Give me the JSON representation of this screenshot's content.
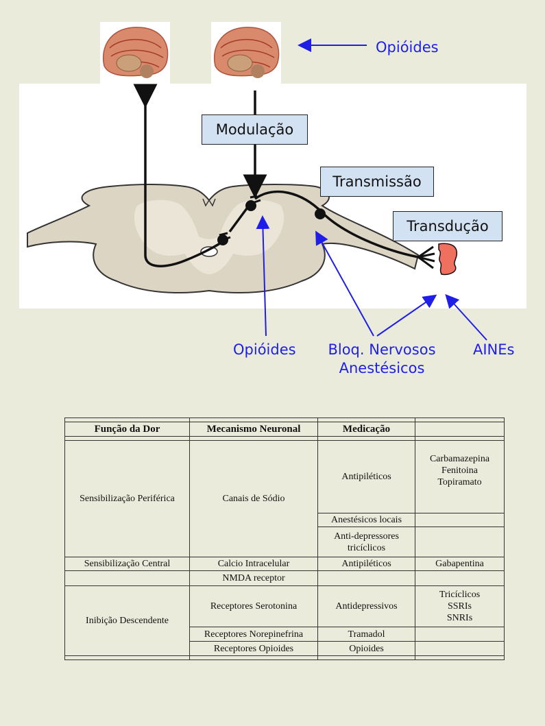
{
  "diagram": {
    "boxes": {
      "modulacao": "Modulação",
      "transmissao": "Transmissão",
      "transducao": "Transdução"
    },
    "drugs": {
      "opioides_top": "Opióides",
      "opioides_bottom": "Opióides",
      "bloq_line1": "Bloq. Nervosos",
      "bloq_line2": "Anestésicos",
      "aines": "AINEs"
    }
  },
  "table": {
    "headers": [
      "Função da Dor",
      "Mecanismo Neuronal",
      "Medicação",
      ""
    ],
    "rows": {
      "r1_funcao": "Sensibilização Periférica",
      "r1_mecanismo": "Canais de Sódio",
      "r1_med_a": "Antipiléticos",
      "r1_drug_a1": "Carbamazepina",
      "r1_drug_a2": "Fenitoina",
      "r1_drug_a3": "Topiramato",
      "r1_med_b": "Anestésicos locais",
      "r1_med_c1": "Anti-depressores",
      "r1_med_c2": "tricíclicos",
      "r2_funcao": "Sensibilização Central",
      "r2_mecanismo": "Calcio Intracelular",
      "r2_med": "Antipiléticos",
      "r2_drug": "Gabapentina",
      "r3_mecanismo": "NMDA receptor",
      "r4_funcao": "Inibição Descendente",
      "r4_mec_a": "Receptores Serotonina",
      "r4_med_a": "Antidepressivos",
      "r4_drug_a1": "Tricíclicos",
      "r4_drug_a2": "SSRIs",
      "r4_drug_a3": "SNRIs",
      "r4_mec_b": "Receptores Norepinefrina",
      "r4_med_b": "Tramadol",
      "r4_mec_c": "Receptores Opioides",
      "r4_med_c": "Opioides"
    }
  }
}
